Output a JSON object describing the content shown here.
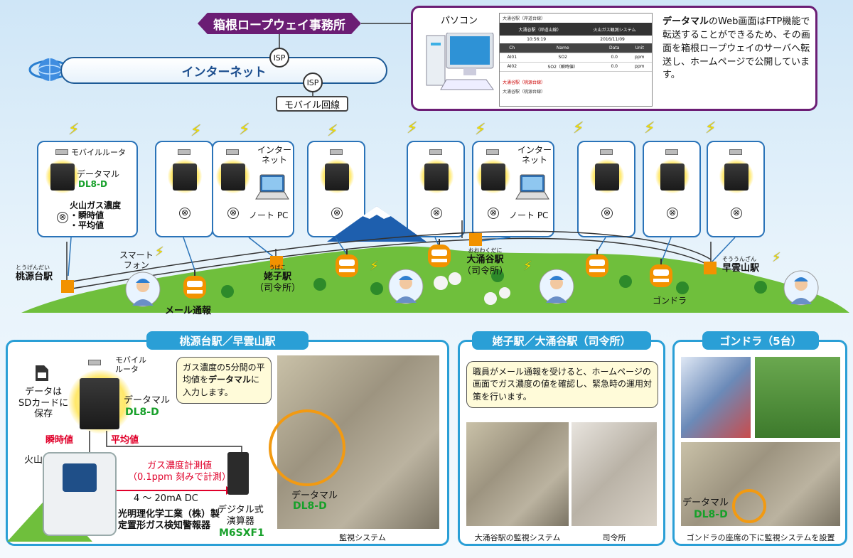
{
  "header": {
    "office": "箱根ロープウェイ事務所",
    "internet": "インターネット",
    "isp": "ISP",
    "mobile_line": "モバイル回線"
  },
  "pc_box": {
    "pc_label": "パソコン",
    "description_bold": "データマル",
    "description": "のWeb画面はFTP機能で転送することができるため、その画面を箱根ロープウェイのサーバへ転送し、ホームページで公開しています。",
    "web": {
      "title": "大涌谷駅（岸道台線）",
      "station": "大涌谷駅（岸道山線）",
      "system": "火山ガス観測システム",
      "time": "10:56:19",
      "date": "2016/11/09",
      "headers": [
        "Ch",
        "Name",
        "Data",
        "Unit"
      ],
      "rows": [
        [
          "AI01",
          "SO2",
          "0.0",
          "ppm"
        ],
        [
          "AI02",
          "SO2（瞬時値）",
          "0.0",
          "ppm"
        ]
      ],
      "footer1": "大涌谷駅（桃源台線）",
      "footer2": "大涌谷駅（桃源台線）"
    }
  },
  "card1": {
    "router": "モバイルルータ",
    "datamaru": "データマル",
    "model": "DL8-D",
    "gas1": "火山ガス濃度",
    "gas2": "・瞬時値",
    "gas3": "・平均値"
  },
  "cards": {
    "internet_label": "インター\nネット",
    "internet_line1": "インター",
    "internet_line2": "ネット",
    "notepc": "ノート PC"
  },
  "map": {
    "smartphone1": "スマート",
    "smartphone2": "フォン",
    "mail": "メール通報",
    "gondola": "ゴンドラ",
    "stations": [
      {
        "ruby": "とうげんだい",
        "name": "桃源台駅"
      },
      {
        "ruby": "うばこ",
        "name": "姥子駅",
        "sub": "（司令所）"
      },
      {
        "ruby": "おおわくだに",
        "name": "大涌谷駅",
        "sub": "（司令所）"
      },
      {
        "ruby": "そううんざん",
        "name": "早雲山駅"
      }
    ]
  },
  "panel1": {
    "title": "桃源台駅／早雲山駅",
    "router1": "モバイル",
    "router2": "ルータ",
    "sd1": "データは",
    "sd2": "SDカードに",
    "sd3": "保存",
    "datamaru": "データマル",
    "model": "DL8-D",
    "instant": "瞬時値",
    "average": "平均値",
    "gas": "火山ガス",
    "measure1": "ガス濃度計測値",
    "measure2": "（0.1ppm 刻みで計測）",
    "signal": "4 ～ 20mA DC",
    "maker1": "光明理化学工業（株）製",
    "maker2": "定置形ガス検知警報器",
    "calc1": "デジタル式",
    "calc2": "演算器",
    "calc_model": "M6SXF1",
    "note_a": "ガス濃度の5分間の平均値を",
    "note_b": "データマル",
    "note_c": "に入力します。",
    "photo_dm": "データマル",
    "photo_model": "DL8-D",
    "caption": "監視システム"
  },
  "panel2": {
    "title": "姥子駅／大涌谷駅（司令所）",
    "note": "職員がメール通報を受けると、ホームページの画面でガス濃度の値を確認し、緊急時の運用対策を行います。",
    "cap1": "大涌谷駅の監視システム",
    "cap2": "司令所"
  },
  "panel3": {
    "title": "ゴンドラ（5台）",
    "photo_dm": "データマル",
    "photo_model": "DL8-D",
    "caption": "ゴンドラの座席の下に監視システムを設置"
  }
}
